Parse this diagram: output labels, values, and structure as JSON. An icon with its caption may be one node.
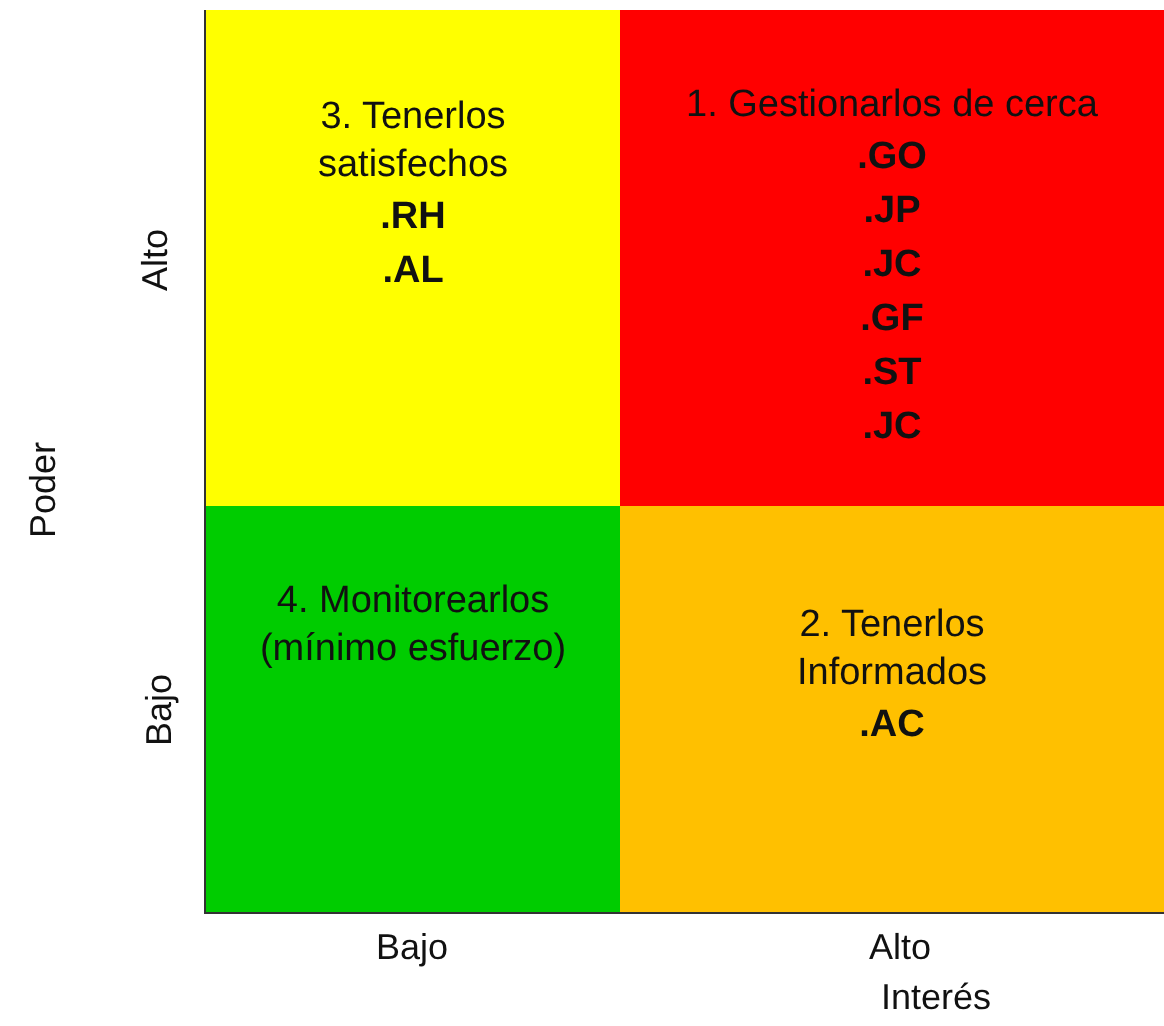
{
  "diagram": {
    "nodes": [
      {
        "text": [
          "3. Tenerlos satisfechos",
          ".RH",
          ".AL"
        ]
      },
      {
        "text": [
          "1. Gestionarlos de cerca",
          ".GO",
          ".JP",
          ".JC",
          ".GF",
          ".ST",
          ".JC"
        ]
      },
      {
        "text": [
          "4. Monitorearlos (mínimo esfuerzo)"
        ]
      },
      {
        "text": [
          "2. Tenerlos Informados",
          ".AC"
        ]
      }
    ],
    "labels": [
      "Alto",
      "Poder",
      "Bajo",
      "Bajo",
      "Alto",
      "Interés"
    ]
  }
}
